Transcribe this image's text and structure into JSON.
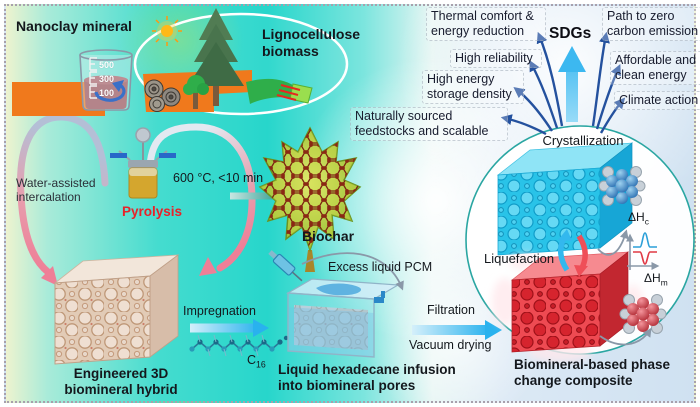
{
  "nanoclay": {
    "title": "Nanoclay mineral",
    "graduations": [
      "500",
      "300",
      "100"
    ],
    "process_label": "Water-assisted intercalation"
  },
  "biomass": {
    "title": "Lignocellulose biomass"
  },
  "pyrolysis": {
    "label": "Pyrolysis",
    "conditions": "600 °C, <10 min",
    "product": "Biochar"
  },
  "hybrid": {
    "label": "Engineered 3D biomineral hybrid"
  },
  "impregnation": {
    "label": "Impregnation",
    "molecule": {
      "base": "C",
      "sub": "16"
    }
  },
  "infusion": {
    "excess_label": "Excess liquid PCM",
    "label": "Liquid hexadecane infusion into biomineral pores"
  },
  "filtration": {
    "step1": "Filtration",
    "step2": "Vacuum drying"
  },
  "composite": {
    "crystallization": "Crystallization",
    "liquefaction": "Liquefaction",
    "enthalpy_crystallization": {
      "base": "ΔH",
      "sub": "c"
    },
    "enthalpy_melting": {
      "base": "ΔH",
      "sub": "m"
    },
    "label": "Biomineral-based phase change composite"
  },
  "sdg": {
    "title": "SDGs",
    "benefits_left": [
      "Thermal comfort & energy reduction",
      "High reliability",
      "High energy storage density",
      "Naturally sourced feedstocks and scalable"
    ],
    "benefits_right": [
      "Path to zero carbon emission",
      "Affordable and clean energy",
      "Climate action"
    ]
  },
  "colors": {
    "background_teal": "#27d6cb",
    "arch_pink": "#ee7f97",
    "nav_arrow_blue": "#24519e",
    "sdg_arrow_blue": "#3cb8f0",
    "process_arrow_blue": "#29b2ee",
    "teal_arrow": "#1d9488",
    "pyrolysis_red": "#e8222a",
    "hot_plate_orange": "#f0791c",
    "cube_blue": "#29c3e8",
    "cube_red": "#ea4249",
    "circle_stroke": "#2aa6a2"
  }
}
